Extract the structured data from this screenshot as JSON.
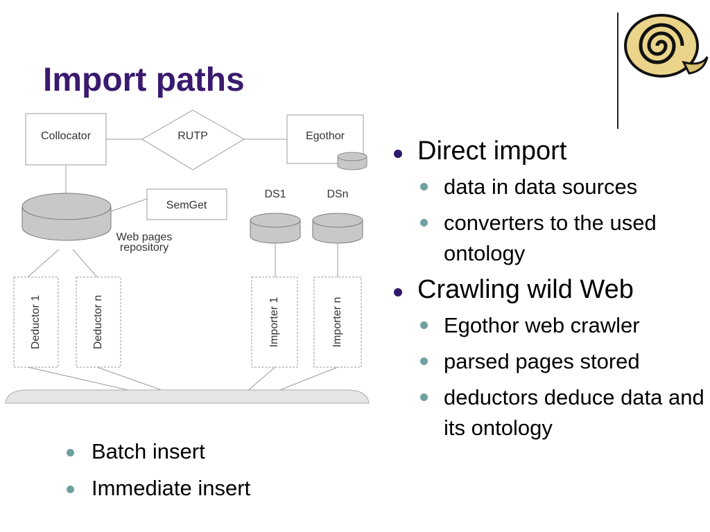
{
  "slide": {
    "title": "Import paths"
  },
  "diagram": {
    "collocator": "Collocator",
    "rutp": "RUTP",
    "egothor": "Egothor",
    "semget": "SemGet",
    "repository_line1": "Web pages",
    "repository_line2": "repository",
    "ds1": "DS1",
    "dsn": "DSn",
    "deductor1": "Deductor 1",
    "deductorn": "Deductor n",
    "importer1": "Importer 1",
    "importern": "Importer n"
  },
  "right_bullets": [
    {
      "text": "Direct import",
      "children": [
        "data in data sources",
        "converters to the used ontology"
      ]
    },
    {
      "text": "Crawling wild Web",
      "children": [
        "Egothor web crawler",
        "parsed pages stored",
        "deductors deduce data and its ontology"
      ]
    }
  ],
  "bottom_bullets": [
    "Batch insert",
    "Immediate insert"
  ],
  "colors": {
    "title": "#3a1a6e",
    "bullet_l1": "#2e1a6a",
    "bullet_l2": "#6ea0a0",
    "db_fill": "#c8c8c8"
  },
  "icons": {
    "logo": "scroll-swirl-icon"
  }
}
